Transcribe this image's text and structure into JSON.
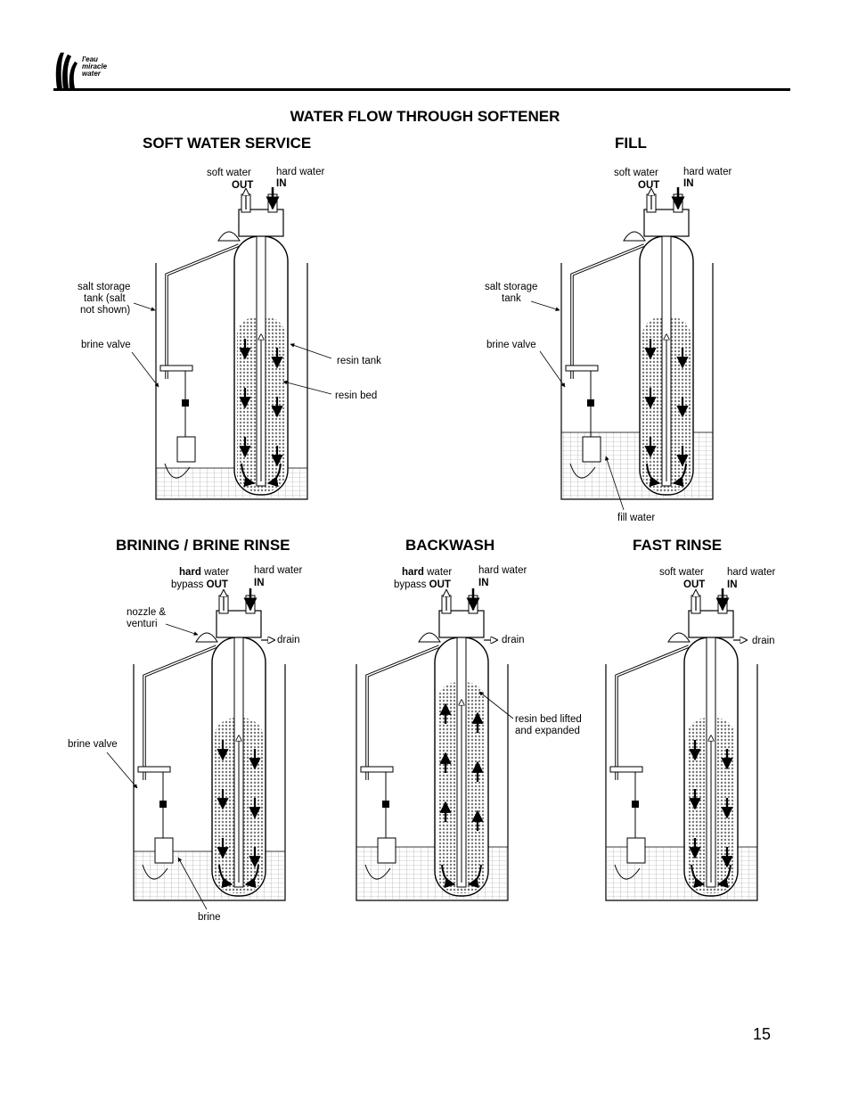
{
  "logo": {
    "line1": "l'eau",
    "line2": "miracle",
    "line3": "water"
  },
  "main_title": "WATER FLOW THROUGH SOFTENER",
  "sections": {
    "service": {
      "title": "SOFT WATER SERVICE",
      "out_label": "soft water",
      "out_word": "OUT",
      "in_label": "hard water",
      "in_word": "IN",
      "salt_tank_label": [
        "salt storage",
        "tank (salt",
        "not shown)"
      ],
      "brine_valve_label": "brine valve",
      "resin_tank_label": "resin tank",
      "resin_bed_label": "resin bed"
    },
    "fill": {
      "title": "FILL",
      "out_label": "soft water",
      "out_word": "OUT",
      "in_label": "hard water",
      "in_word": "IN",
      "salt_tank_label": [
        "salt storage",
        "tank"
      ],
      "brine_valve_label": "brine valve",
      "fill_water_label": "fill water"
    },
    "brining": {
      "title": "BRINING / BRINE RINSE",
      "out_label_bold": "hard",
      "out_label": " water",
      "out_prefix": "bypass ",
      "out_word": "OUT",
      "in_label": "hard water",
      "in_word": "IN",
      "nozzle_label": [
        "nozzle &",
        "venturi"
      ],
      "drain_label": "drain",
      "brine_valve_label": "brine valve",
      "brine_label": "brine"
    },
    "backwash": {
      "title": "BACKWASH",
      "out_label_bold": "hard",
      "out_label": " water",
      "out_prefix": "bypass ",
      "out_word": "OUT",
      "in_label": "hard water",
      "in_word": "IN",
      "drain_label": "drain",
      "resin_lifted_label": [
        "resin bed lifted",
        "and expanded"
      ]
    },
    "fast_rinse": {
      "title": "FAST RINSE",
      "out_label": "soft water",
      "out_word": "OUT",
      "in_label": "hard water",
      "in_word": "IN",
      "drain_label": "drain"
    }
  },
  "page_number": "15"
}
